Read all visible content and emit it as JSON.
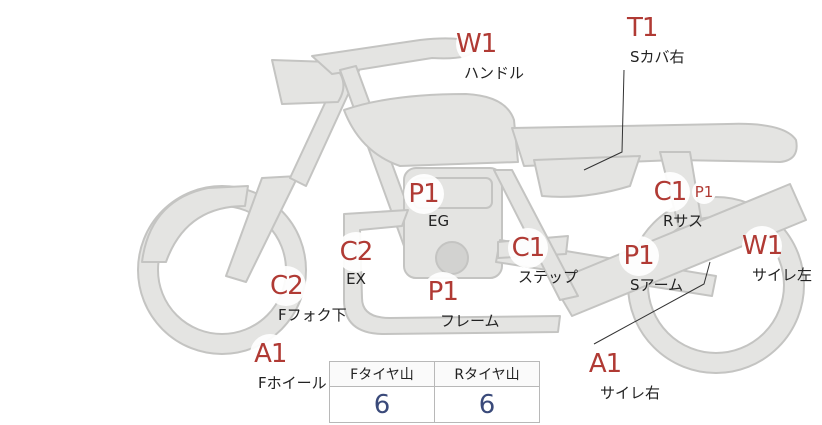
{
  "parts": {
    "handle": {
      "code": "W1",
      "label": "ハンドル"
    },
    "side_cover_r": {
      "code": "T1",
      "label": "Sカバ右"
    },
    "engine": {
      "code": "P1",
      "label": "EG"
    },
    "rear_sus": {
      "code": "C1",
      "code2": "P1",
      "label": "Rサス"
    },
    "exhaust": {
      "code": "C2",
      "label": "EX"
    },
    "step": {
      "code": "C1",
      "label": "ステップ"
    },
    "swingarm": {
      "code": "P1",
      "label": "Sアーム"
    },
    "silencer_l": {
      "code": "W1",
      "label": "サイレ左"
    },
    "fork_lower": {
      "code": "C2",
      "label": "Fフォク下"
    },
    "frame": {
      "code": "P1",
      "label": "フレーム"
    },
    "f_wheel": {
      "code": "A1",
      "label": "Fホイール"
    },
    "silencer_r": {
      "code": "A1",
      "label": "サイレ右"
    }
  },
  "tires": {
    "front_header": "Fタイヤ山",
    "rear_header": "Rタイヤ山",
    "front_value": "6",
    "rear_value": "6"
  },
  "colors": {
    "bike_fill": "#e4e4e2",
    "bike_stroke": "#c4c4c2",
    "code_red": "#b03a34",
    "value_blue": "#3a4a7a"
  }
}
